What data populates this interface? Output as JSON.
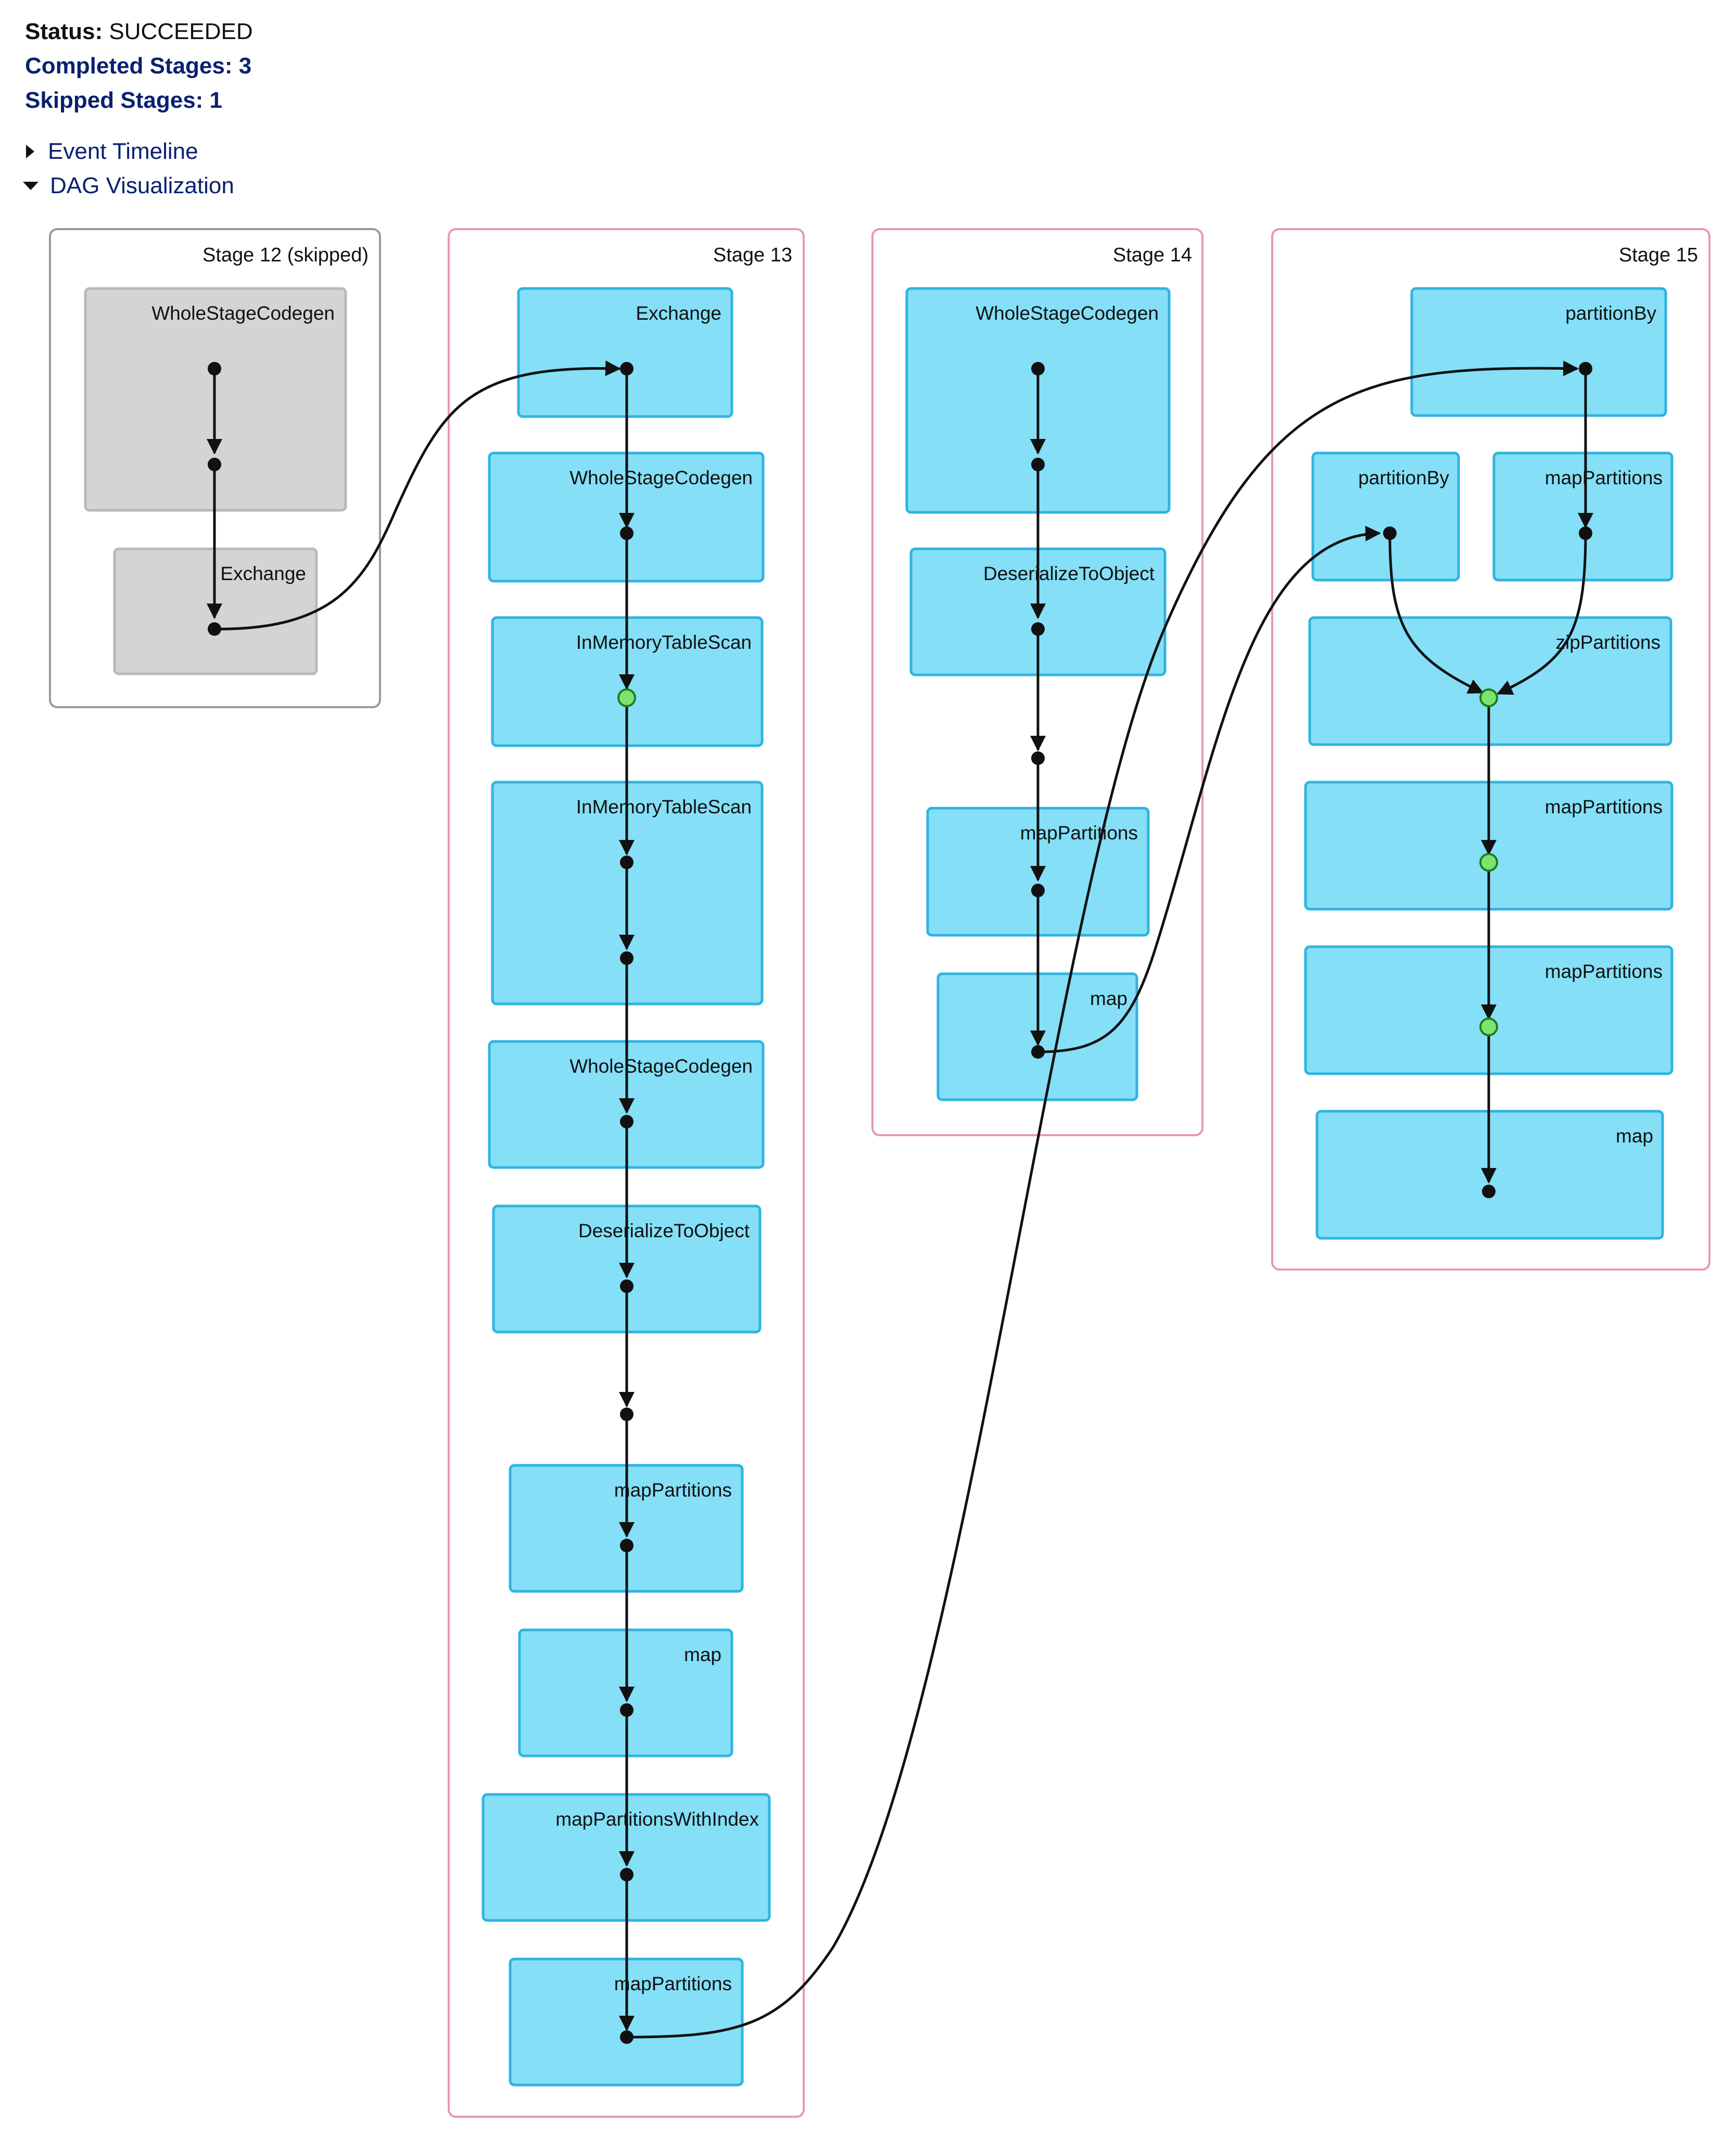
{
  "summary": {
    "status_label": "Status:",
    "status_value": "SUCCEEDED",
    "completed_label": "Completed Stages:",
    "completed_value": "3",
    "skipped_label": "Skipped Stages:",
    "skipped_value": "1"
  },
  "toggles": {
    "event_timeline": "Event Timeline",
    "dag_visualization": "DAG Visualization"
  },
  "stages": [
    {
      "id": "stage-12",
      "title": "Stage 12 (skipped)",
      "skipped": true,
      "ops": [
        "WholeStageCodegen",
        "Exchange"
      ]
    },
    {
      "id": "stage-13",
      "title": "Stage 13",
      "skipped": false,
      "ops": [
        "Exchange",
        "WholeStageCodegen",
        "InMemoryTableScan",
        "InMemoryTableScan",
        "WholeStageCodegen",
        "DeserializeToObject",
        "mapPartitions",
        "map",
        "mapPartitionsWithIndex",
        "mapPartitions"
      ]
    },
    {
      "id": "stage-14",
      "title": "Stage 14",
      "skipped": false,
      "ops": [
        "WholeStageCodegen",
        "DeserializeToObject",
        "mapPartitions",
        "map"
      ]
    },
    {
      "id": "stage-15",
      "title": "Stage 15",
      "skipped": false,
      "ops": [
        "partitionBy",
        "partitionBy",
        "mapPartitions",
        "zipPartitions",
        "mapPartitions",
        "mapPartitions",
        "map"
      ]
    }
  ],
  "colors": {
    "operator_fill": "#84dff7",
    "operator_border": "#2fb4e0",
    "skipped_fill": "#d4d4d4",
    "stage_border": "#e89aa8",
    "cached_node": "#7ce36f"
  }
}
